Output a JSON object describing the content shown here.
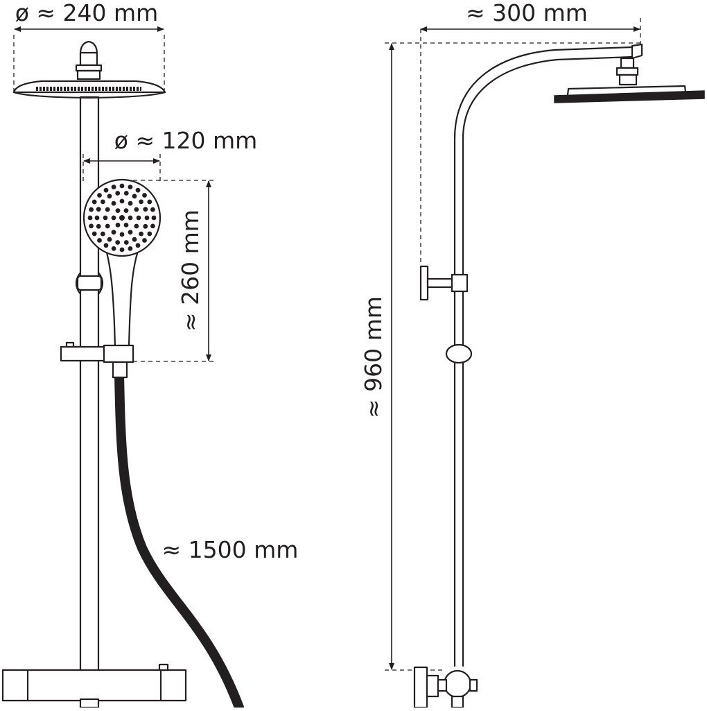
{
  "dimensions": {
    "overhead_diameter": "ø ≈ 240 mm",
    "hand_diameter": "ø ≈ 120 mm",
    "hand_length": "≈ 260 mm",
    "hose_length": "≈ 1500 mm",
    "arm_reach": "≈ 300 mm",
    "total_height": "≈ 960 mm"
  },
  "colors": {
    "line": "#231f20",
    "background": "#ffffff"
  }
}
